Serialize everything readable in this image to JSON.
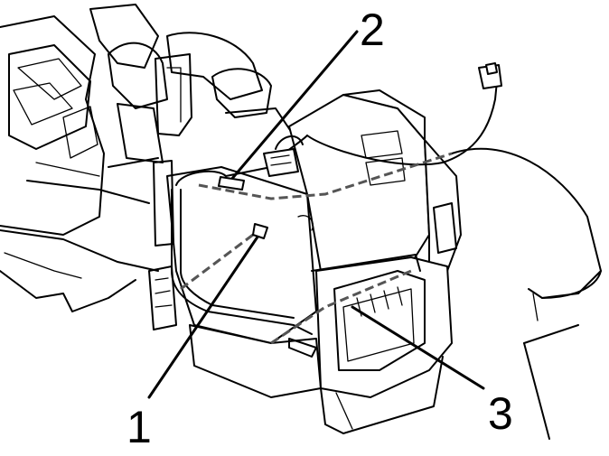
{
  "callouts": [
    {
      "id": "1",
      "label": "1"
    },
    {
      "id": "2",
      "label": "2"
    },
    {
      "id": "3",
      "label": "3"
    }
  ],
  "colors": {
    "line": "#000000",
    "background": "#ffffff",
    "dash": "#555555"
  }
}
